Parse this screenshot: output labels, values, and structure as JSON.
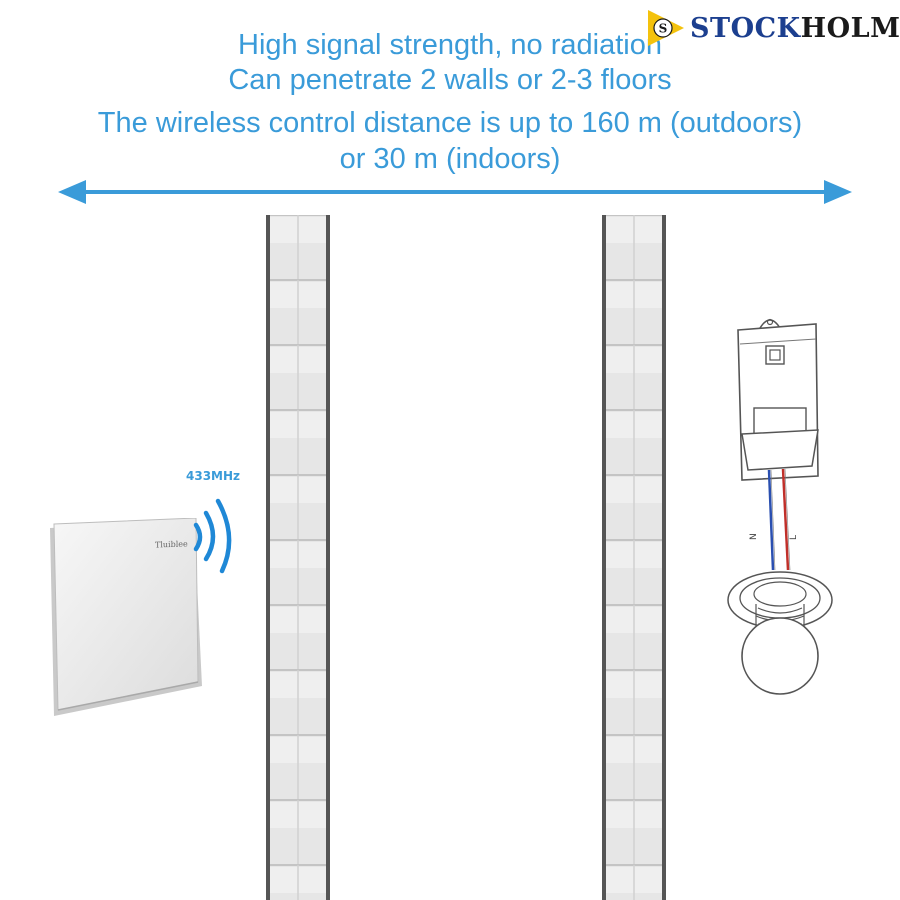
{
  "headline": {
    "line1": "High signal strength, no radiation",
    "line2": "Can penetrate 2 walls or 2-3 floors",
    "line3": "The wireless control distance is up to 160 m (outdoors)",
    "line4": "or 30 m (indoors)"
  },
  "brand": {
    "part1": "STOCK",
    "part2": "HOLM",
    "badge_letter": "S"
  },
  "signal": {
    "frequency": "433MHz"
  },
  "switch": {
    "brand_mark": "Tluiblee"
  },
  "receiver": {
    "wire_labels": [
      "N",
      "L"
    ]
  },
  "colors": {
    "accent": "#3a9bd9",
    "wall": "#e6e6e6",
    "wire_blue": "#2a4fb0",
    "wire_red": "#c0302a",
    "brand_blue": "#1c3f8f",
    "badge_yellow": "#f4c20d"
  },
  "icons": [
    "double-arrow-icon",
    "wifi-waves-icon",
    "brand-badge-icon",
    "bulb-icon"
  ]
}
